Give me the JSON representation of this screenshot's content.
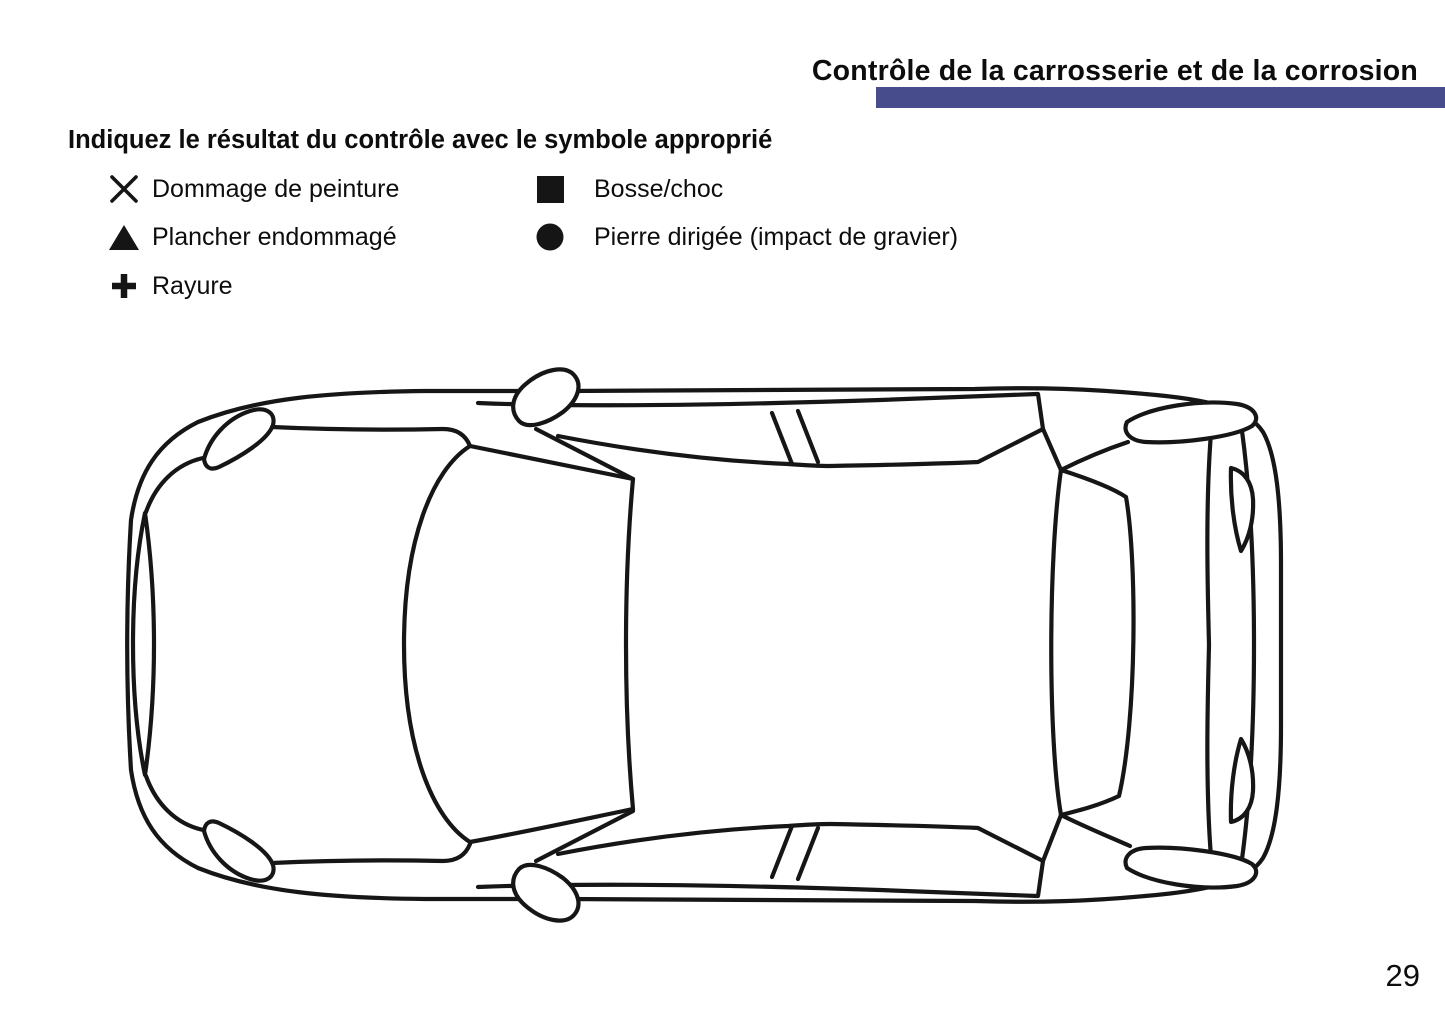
{
  "page": {
    "title": "Contrôle de la carrosserie et de la corrosion",
    "instruction": "Indiquez le résultat du contrôle avec le symbole approprié",
    "page_number": "29",
    "accent_color": "#474D8C"
  },
  "legend": {
    "left": [
      {
        "symbol": "x-mark",
        "label": "Dommage de peinture"
      },
      {
        "symbol": "triangle",
        "label": "Plancher endommagé"
      },
      {
        "symbol": "plus",
        "label": "Rayure"
      }
    ],
    "right": [
      {
        "symbol": "square",
        "label": "Bosse/choc"
      },
      {
        "symbol": "circle",
        "label": "Pierre dirigée (impact de gravier)"
      }
    ]
  },
  "diagram": {
    "name": "car-top-view",
    "description": "Vue de dessus du véhicule"
  }
}
